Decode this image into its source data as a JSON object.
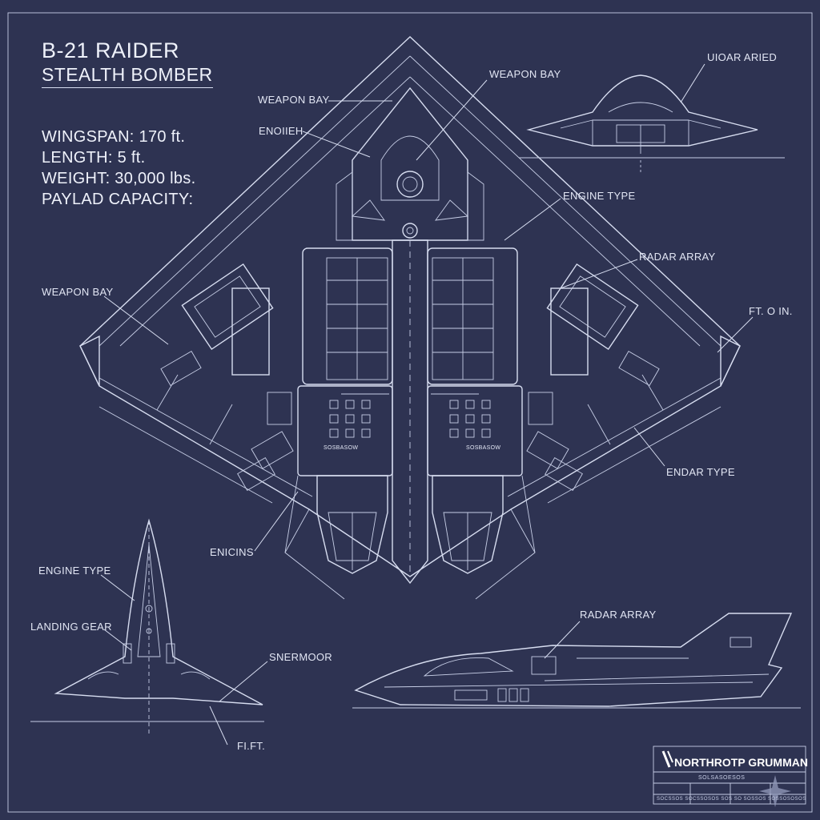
{
  "header": {
    "title": "B-21 RAIDER",
    "subtitle": "STEALTH BOMBER"
  },
  "specs": [
    "WINGSPAN: 170 ft.",
    "LENGTH: 5 ft.",
    "WEIGHT: 30,000 lbs.",
    "PAYLAD CAPACITY:"
  ],
  "labels": {
    "top_right_view": "UIOAR ARIED",
    "weapon_bay_top": "WEAPON BAY",
    "weapon_bay_upper": "WEAPON BAY",
    "engine_upper": "ENOIIEH",
    "engine_type_right": "ENGINE TYPE",
    "radar_array_right": "RADAR ARRAY",
    "wing_dim": "FT. O IN.",
    "weapon_bay_left": "WEAPON BAY",
    "endar_type": "ENDAR TYPE",
    "engines_lower": "ENICINS",
    "engine_type_left": "ENGINE TYPE",
    "landing_gear": "LANDING GEAR",
    "snermoor": "SNERMOOR",
    "front_dim": "FI.FT.",
    "radar_array_side": "RADAR ARRAY",
    "panel_left": "SOSBASOW",
    "panel_right": "SOSBASOW"
  },
  "title_block": {
    "brand": "NORTHROTP GRUMMAN",
    "row1": "SOLSASOESOS",
    "row2": "SOCSSOS SOCSSOSOS SOS SO SOSSOS SOSSOSOSOS"
  },
  "colors": {
    "background": "#2e3352",
    "line": "#d7ddf0"
  }
}
